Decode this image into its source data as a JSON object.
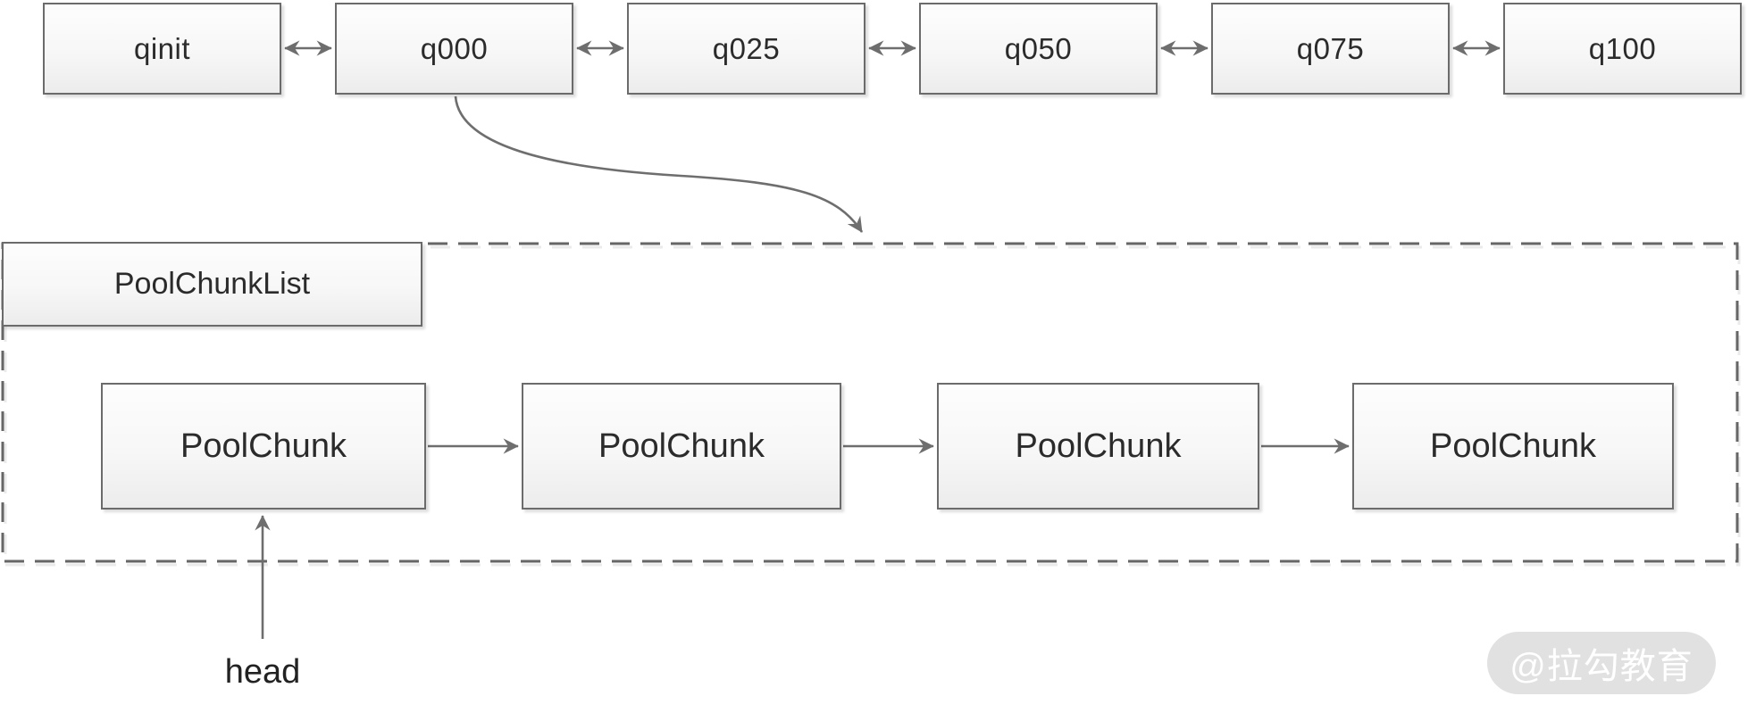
{
  "diagram": {
    "title_hint": "Netty memory pool: arena queue list and PoolChunkList structure",
    "queue_row": {
      "nodes": [
        {
          "label": "qinit"
        },
        {
          "label": "q000"
        },
        {
          "label": "q025"
        },
        {
          "label": "q050"
        },
        {
          "label": "q075"
        },
        {
          "label": "q100"
        }
      ],
      "link_style": "double-headed-arrows"
    },
    "pool_container": {
      "list_label": "PoolChunkList",
      "border_style": "dashed",
      "chunks": [
        {
          "label": "PoolChunk"
        },
        {
          "label": "PoolChunk"
        },
        {
          "label": "PoolChunk"
        },
        {
          "label": "PoolChunk"
        }
      ],
      "chunk_link_style": "single-headed-arrows",
      "head_pointer_label": "head"
    },
    "watermark": {
      "text": "@拉勾教育"
    },
    "colors": {
      "box_border": "#6b6b6b",
      "box_fill_top": "#fdfdfd",
      "box_fill_bottom": "#ececec",
      "arrow": "#6e6e6e",
      "dashed_border": "#666666",
      "dashed_border_shadow": "#ebebeb",
      "text": "#2b2b2b",
      "watermark_bg": "#e1e1e1",
      "watermark_text": "#ffffff"
    }
  }
}
